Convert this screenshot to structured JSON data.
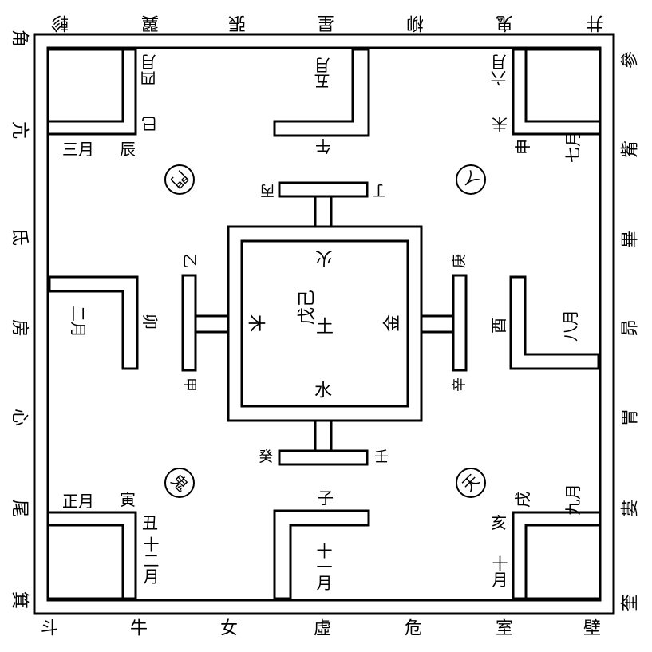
{
  "mansions": {
    "top": [
      "軫",
      "翼",
      "張",
      "星",
      "柳",
      "鬼",
      "井"
    ],
    "bottom": [
      "斗",
      "牛",
      "女",
      "虛",
      "危",
      "室",
      "壁"
    ],
    "left": [
      "角",
      "亢",
      "氐",
      "房",
      "心",
      "尾",
      "箕"
    ],
    "right": [
      "參",
      "觜",
      "畢",
      "昴",
      "胃",
      "婁",
      "奎"
    ]
  },
  "palaces": {
    "top_left": {
      "branch1": "巳",
      "month1": "四月",
      "branch2": "辰",
      "month2": "三月"
    },
    "top_center": {
      "branch": "午",
      "month": "五月"
    },
    "top_right": {
      "branch1": "未",
      "month1": "六月",
      "branch2": "申",
      "month2": "七月"
    },
    "middle_left": {
      "branch": "卯",
      "month": "二月"
    },
    "middle_right": {
      "branch": "酉",
      "month": "八月"
    },
    "bottom_left": {
      "branch1": "寅",
      "month1": "正月",
      "branch2": "丑",
      "month2": "十二月"
    },
    "bottom_center": {
      "branch": "子",
      "month": "十一月"
    },
    "bottom_right": {
      "branch1": "戌",
      "month1": "九月",
      "branch2": "亥",
      "month2": "十月"
    }
  },
  "gates": {
    "top_left": "門",
    "top_right": "人",
    "bottom_left": "鬼",
    "bottom_right": "天"
  },
  "stems": {
    "top_left": "丙",
    "top_right": "丁",
    "left_top": "乙",
    "left_bottom": "甲",
    "right_top": "庚",
    "right_bottom": "辛",
    "bottom_left": "癸",
    "bottom_right": "壬"
  },
  "elements": {
    "top": "火",
    "left": "木",
    "right": "金",
    "bottom": "水",
    "center_stems": "戊己",
    "center_element": "土"
  }
}
